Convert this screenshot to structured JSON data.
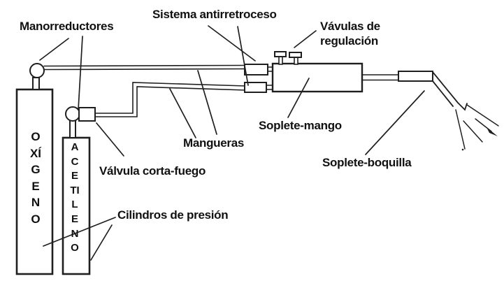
{
  "colors": {
    "ink": "#1f1f1f",
    "background": "#ffffff"
  },
  "labels": {
    "manorreductores": "Manorreductores",
    "sistema_antirretroceso": "Sistema antirretroceso",
    "valvulas_regulacion": "Vávulas de\nregulación",
    "soplete_mango": "Soplete-mango",
    "mangueras": "Mangueras",
    "valvula_corta_fuego": "Válvula corta-fuego",
    "soplete_boquilla": "Soplete-boquilla",
    "cilindros_presion": "Cilindros de presión"
  },
  "cylinders": {
    "oxygen": "OXÍGENO",
    "acetylene": "ACETILENO"
  }
}
